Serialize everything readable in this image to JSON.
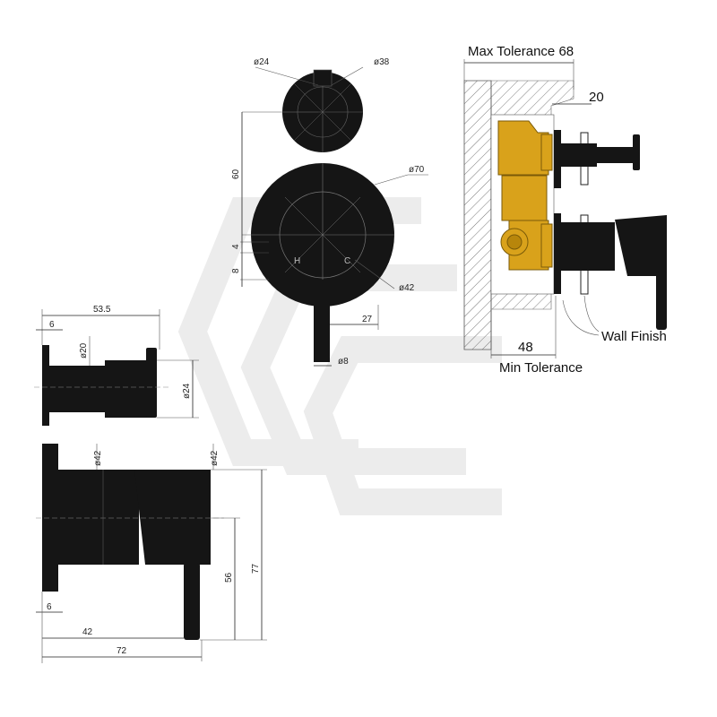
{
  "labels": {
    "max_tolerance": "Max Tolerance 68",
    "min_tolerance": "Min Tolerance",
    "wall_finish": "Wall Finish",
    "depth_20": "20",
    "depth_48": "48"
  },
  "front_view": {
    "dia_24": "ø24",
    "dia_38": "ø38",
    "dia_70": "ø70",
    "dia_42": "ø42",
    "dia_8": "ø8",
    "dim_60": "60",
    "dim_4": "4",
    "dim_8": "8",
    "dim_27": "27",
    "hot": "H",
    "cold": "C"
  },
  "side_top": {
    "dim_53_5": "53.5",
    "dim_6": "6",
    "dia_20": "ø20",
    "dia_24": "ø24"
  },
  "side_bottom": {
    "dia_42_a": "ø42",
    "dia_42_b": "ø42",
    "dim_6": "6",
    "dim_42": "42",
    "dim_72": "72",
    "dim_56": "56",
    "dim_77": "77"
  },
  "colors": {
    "finish": "#151515",
    "brass": "#d9a21b",
    "watermark": "#ececec"
  }
}
